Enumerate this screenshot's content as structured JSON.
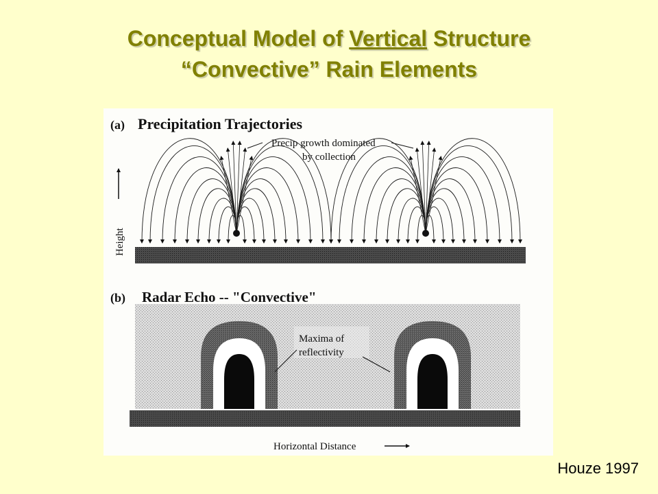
{
  "title": {
    "line1_before": "Conceptual Model of ",
    "line1_underlined": "Vertical",
    "line1_after": " Structure",
    "line2": "“Convective” Rain Elements"
  },
  "figure": {
    "panel_a": {
      "label": "(a)",
      "title": "Precipitation Trajectories",
      "annotation_line1": "Precip growth dominated",
      "annotation_line2": "by collection",
      "y_axis_label": "Height"
    },
    "panel_b": {
      "label": "(b)",
      "title": "Radar Echo -- \"Convective\"",
      "annotation_line1": "Maxima of",
      "annotation_line2": "reflectivity",
      "x_axis_label": "Horizontal Distance"
    }
  },
  "credit": "Houze 1997",
  "colors": {
    "title": "#808000",
    "background": "#ffffcc",
    "stipple": "#b8b8b8",
    "ground": "#3a3a3a"
  }
}
